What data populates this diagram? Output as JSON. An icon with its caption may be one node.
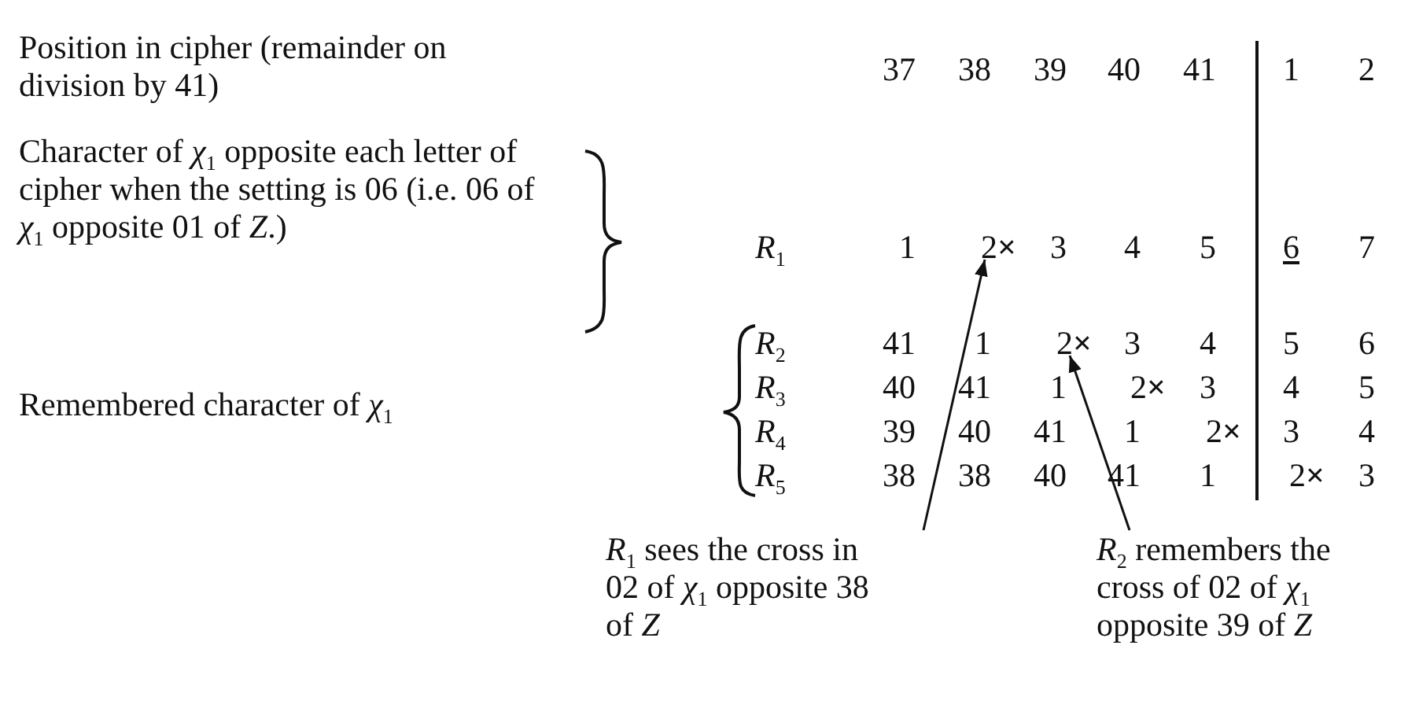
{
  "diagram": {
    "nodes": [
      {
        "text": [
          "2**×**"
        ]
      },
      {
        "text": [
          "2**×**"
        ]
      },
      {
        "text": [
          "*R*$_{1}$ sees the cross in 02 of *χ*$_{1}$ opposite 38 of *Z*"
        ]
      },
      {
        "text": [
          "*R*$_{2}$ remembers the cross of 02 of *χ*$_{1}$ opposite 39 of *Z*"
        ]
      }
    ],
    "edges": [
      {
        "from": 2,
        "to": 0,
        "arrow": "to"
      },
      {
        "from": 3,
        "to": 1,
        "arrow": "to"
      }
    ],
    "labels": [
      "Position in cipher (remainder on division by 41)",
      "Character of *χ*$_{1}$ opposite each letter of cipher when the setting is 06 (i.e. 06 of *χ*$_{1}$ opposite 01 of *Z*.)",
      "Remembered character of *χ*$_{1}$",
      "37",
      "38",
      "39",
      "40",
      "41",
      "1",
      "2",
      "*R*$_{1}$",
      "1",
      "3",
      "4",
      "5",
      "6",
      "7",
      "*R*$_{2}$",
      "41",
      "1",
      "3",
      "4",
      "5",
      "6",
      "*R*$_{3}$",
      "40",
      "41",
      "1",
      "2**×**",
      "3",
      "4",
      "5",
      "*R*$_{4}$",
      "39",
      "40",
      "41",
      "1",
      "2**×**",
      "3",
      "4",
      "*R*$_{5}$",
      "38",
      "38",
      "40",
      "41",
      "1",
      "2**×**",
      "3"
    ]
  }
}
